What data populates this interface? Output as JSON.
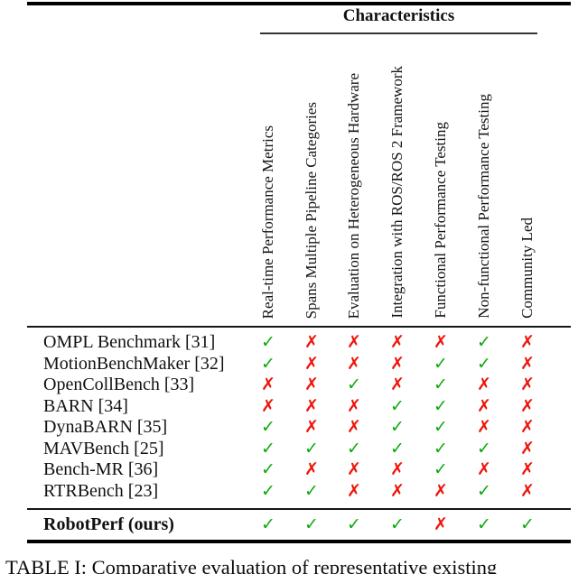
{
  "table": {
    "group_header": "Characteristics",
    "columns": [
      "Real-time Performance Metrics",
      "Spans Multiple Pipeline Categories",
      "Evaluation on Heterogeneous Hardware",
      "Integration with ROS/ROS 2 Framework",
      "Functional Performance Testing",
      "Non-functional Performance Testing",
      "Community Led"
    ],
    "rows": [
      {
        "label": "OMPL Benchmark [31]",
        "marks": [
          "yes",
          "no",
          "no",
          "no",
          "no",
          "yes",
          "no"
        ]
      },
      {
        "label": "MotionBenchMaker [32]",
        "marks": [
          "yes",
          "no",
          "no",
          "no",
          "yes",
          "yes",
          "no"
        ]
      },
      {
        "label": "OpenCollBench [33]",
        "marks": [
          "no",
          "no",
          "yes",
          "no",
          "yes",
          "no",
          "no"
        ]
      },
      {
        "label": "BARN [34]",
        "marks": [
          "no",
          "no",
          "no",
          "yes",
          "yes",
          "no",
          "no"
        ]
      },
      {
        "label": "DynaBARN [35]",
        "marks": [
          "yes",
          "no",
          "no",
          "yes",
          "yes",
          "no",
          "no"
        ]
      },
      {
        "label": "MAVBench [25]",
        "marks": [
          "yes",
          "yes",
          "yes",
          "yes",
          "yes",
          "yes",
          "no"
        ]
      },
      {
        "label": "Bench-MR [36]",
        "marks": [
          "yes",
          "no",
          "no",
          "no",
          "yes",
          "no",
          "no"
        ]
      },
      {
        "label": "RTRBench [23]",
        "marks": [
          "yes",
          "yes",
          "no",
          "no",
          "no",
          "yes",
          "no"
        ]
      }
    ],
    "highlight_row": {
      "label": "RobotPerf (ours)",
      "marks": [
        "yes",
        "yes",
        "yes",
        "yes",
        "no",
        "yes",
        "yes"
      ]
    },
    "mark_glyphs": {
      "yes": "✓",
      "no": "✗"
    },
    "mark_colors": {
      "yes": "#0daa0d",
      "no": "#ee1409"
    }
  },
  "caption": "TABLE I: Comparative evaluation of representative existing"
}
